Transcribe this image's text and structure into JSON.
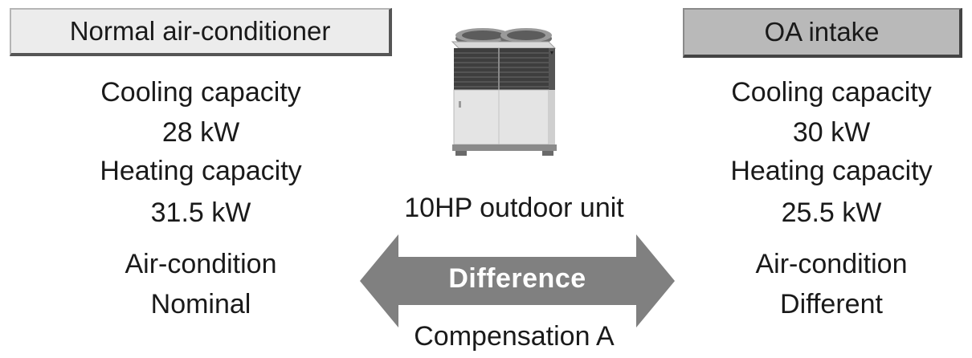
{
  "left_panel": {
    "header": "Normal air-conditioner",
    "cooling_label": "Cooling capacity",
    "cooling_value": "28 kW",
    "heating_label": "Heating capacity",
    "heating_value": "31.5 kW",
    "condition_label": "Air-condition",
    "condition_value": "Nominal"
  },
  "right_panel": {
    "header": "OA intake",
    "cooling_label": "Cooling capacity",
    "cooling_value": "30 kW",
    "heating_label": "Heating capacity",
    "heating_value": "25.5 kW",
    "condition_label": "Air-condition",
    "condition_value": "Different"
  },
  "center": {
    "unit_caption": "10HP outdoor unit",
    "arrow_label": "Difference",
    "bottom_label": "Compensation A"
  },
  "colors": {
    "left_header_fill": "#ececec",
    "right_header_fill": "#b9b9b9",
    "arrow_fill": "#808080",
    "text": "#1a1a1a"
  }
}
